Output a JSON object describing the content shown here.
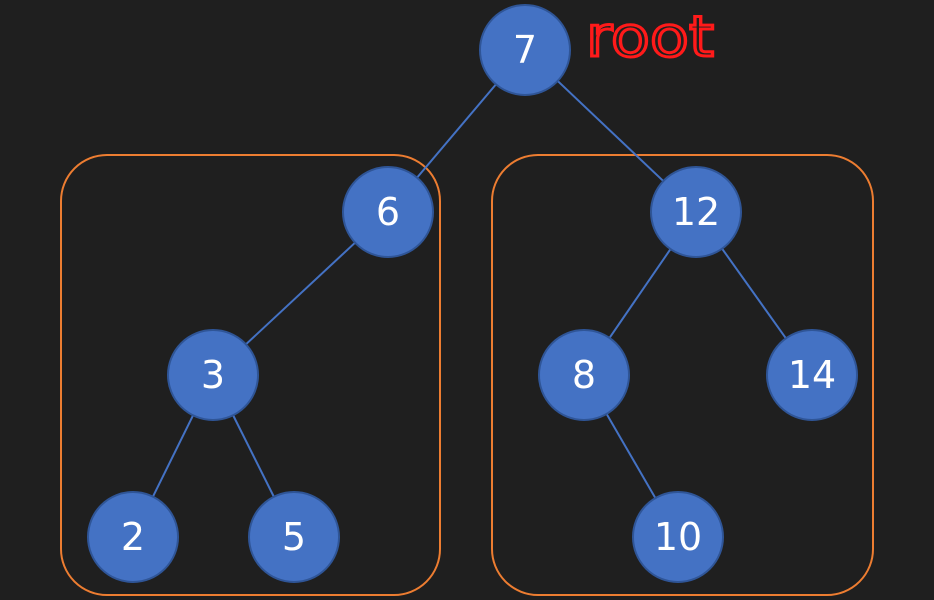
{
  "diagram": {
    "annotation": {
      "text": "root",
      "color": "#ff1a1a"
    },
    "colors": {
      "background": "#1f1f1f",
      "node_fill": "#4472c4",
      "node_stroke": "#2f5597",
      "edge": "#4472c4",
      "group_border": "#ed7d31",
      "label": "#ffffff"
    },
    "nodes": [
      {
        "id": "n7",
        "label": "7"
      },
      {
        "id": "n6",
        "label": "6"
      },
      {
        "id": "n12",
        "label": "12"
      },
      {
        "id": "n3",
        "label": "3"
      },
      {
        "id": "n8",
        "label": "8"
      },
      {
        "id": "n14",
        "label": "14"
      },
      {
        "id": "n2",
        "label": "2"
      },
      {
        "id": "n5",
        "label": "5"
      },
      {
        "id": "n10",
        "label": "10"
      }
    ],
    "edges": [
      {
        "from": "n7",
        "to": "n6"
      },
      {
        "from": "n7",
        "to": "n12"
      },
      {
        "from": "n6",
        "to": "n3"
      },
      {
        "from": "n3",
        "to": "n2"
      },
      {
        "from": "n3",
        "to": "n5"
      },
      {
        "from": "n12",
        "to": "n8"
      },
      {
        "from": "n12",
        "to": "n14"
      },
      {
        "from": "n8",
        "to": "n10"
      }
    ],
    "groups": [
      {
        "id": "left-subtree",
        "members": [
          "n6",
          "n3",
          "n2",
          "n5"
        ]
      },
      {
        "id": "right-subtree",
        "members": [
          "n12",
          "n8",
          "n14",
          "n10"
        ]
      }
    ]
  }
}
